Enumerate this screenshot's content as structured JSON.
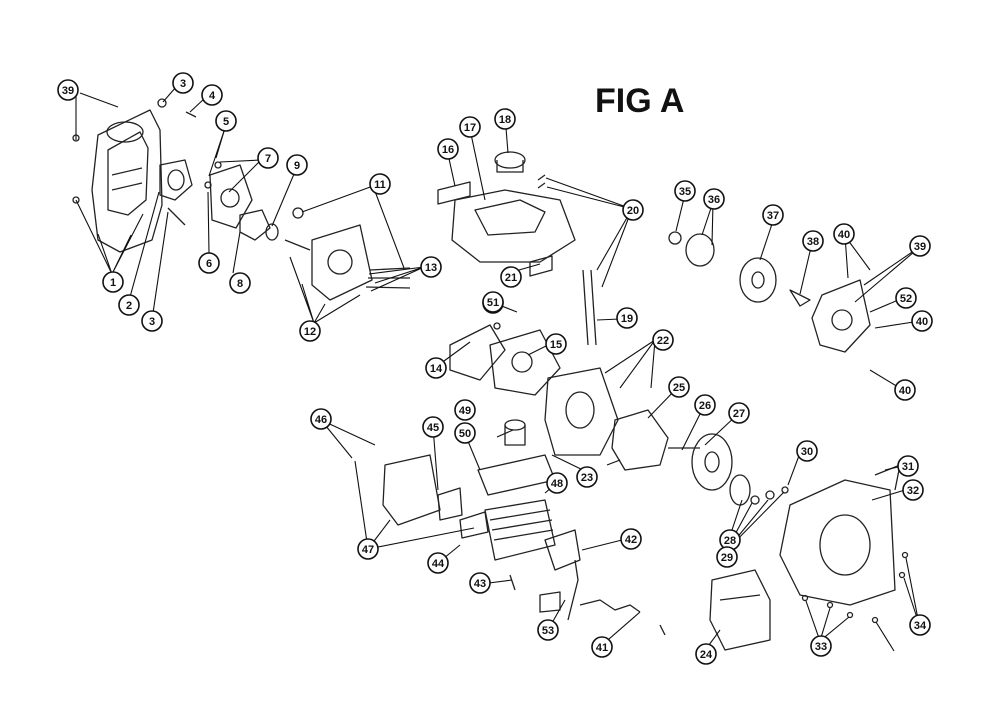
{
  "figure": {
    "title": "FIG A"
  },
  "callouts": [
    "1",
    "2",
    "3",
    "4",
    "5",
    "6",
    "7",
    "8",
    "9",
    "11",
    "12",
    "13",
    "14",
    "15",
    "16",
    "17",
    "18",
    "19",
    "20",
    "21",
    "22",
    "23",
    "24",
    "25",
    "26",
    "27",
    "28",
    "29",
    "30",
    "31",
    "32",
    "33",
    "34",
    "35",
    "36",
    "37",
    "38",
    "39",
    "40",
    "41",
    "42",
    "43",
    "44",
    "45",
    "46",
    "47",
    "48",
    "49",
    "50",
    "51",
    "52",
    "53"
  ]
}
